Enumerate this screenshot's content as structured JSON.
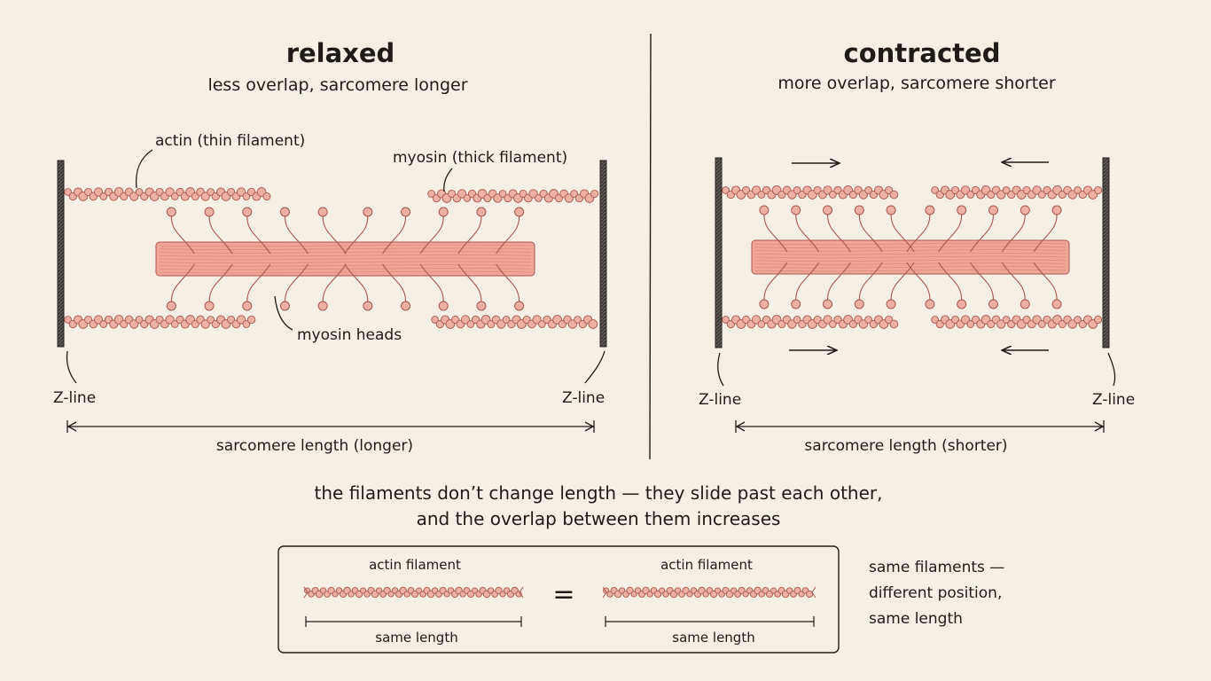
{
  "relaxed": {
    "title": "relaxed",
    "subtitle": "less overlap, sarcomere longer",
    "actin_label": "actin (thin filament)",
    "myosin_label": "myosin (thick filament)",
    "heads_label": "myosin heads",
    "zline_left": "Z-line",
    "zline_right": "Z-line",
    "length_label": "sarcomere length (longer)"
  },
  "contracted": {
    "title": "contracted",
    "subtitle": "more overlap, sarcomere shorter",
    "zline_left": "Z-line",
    "zline_right": "Z-line",
    "length_label": "sarcomere length (shorter)"
  },
  "caption": {
    "line1": "the filaments don’t change length — they slide past each other,",
    "line2": "and the overlap between them increases"
  },
  "comparison": {
    "left_title": "actin filament",
    "right_title": "actin filament",
    "equals": "=",
    "left_length": "same length",
    "right_length": "same length"
  },
  "note": {
    "line1": "same filaments —",
    "line2": "different position,",
    "line3": "same length"
  },
  "colors": {
    "background": "#f6efe6",
    "filament_fill": "#efb0a4",
    "filament_stroke": "#a8574c",
    "myosin_fill": "#f0a597",
    "ink": "#1f1b18"
  }
}
